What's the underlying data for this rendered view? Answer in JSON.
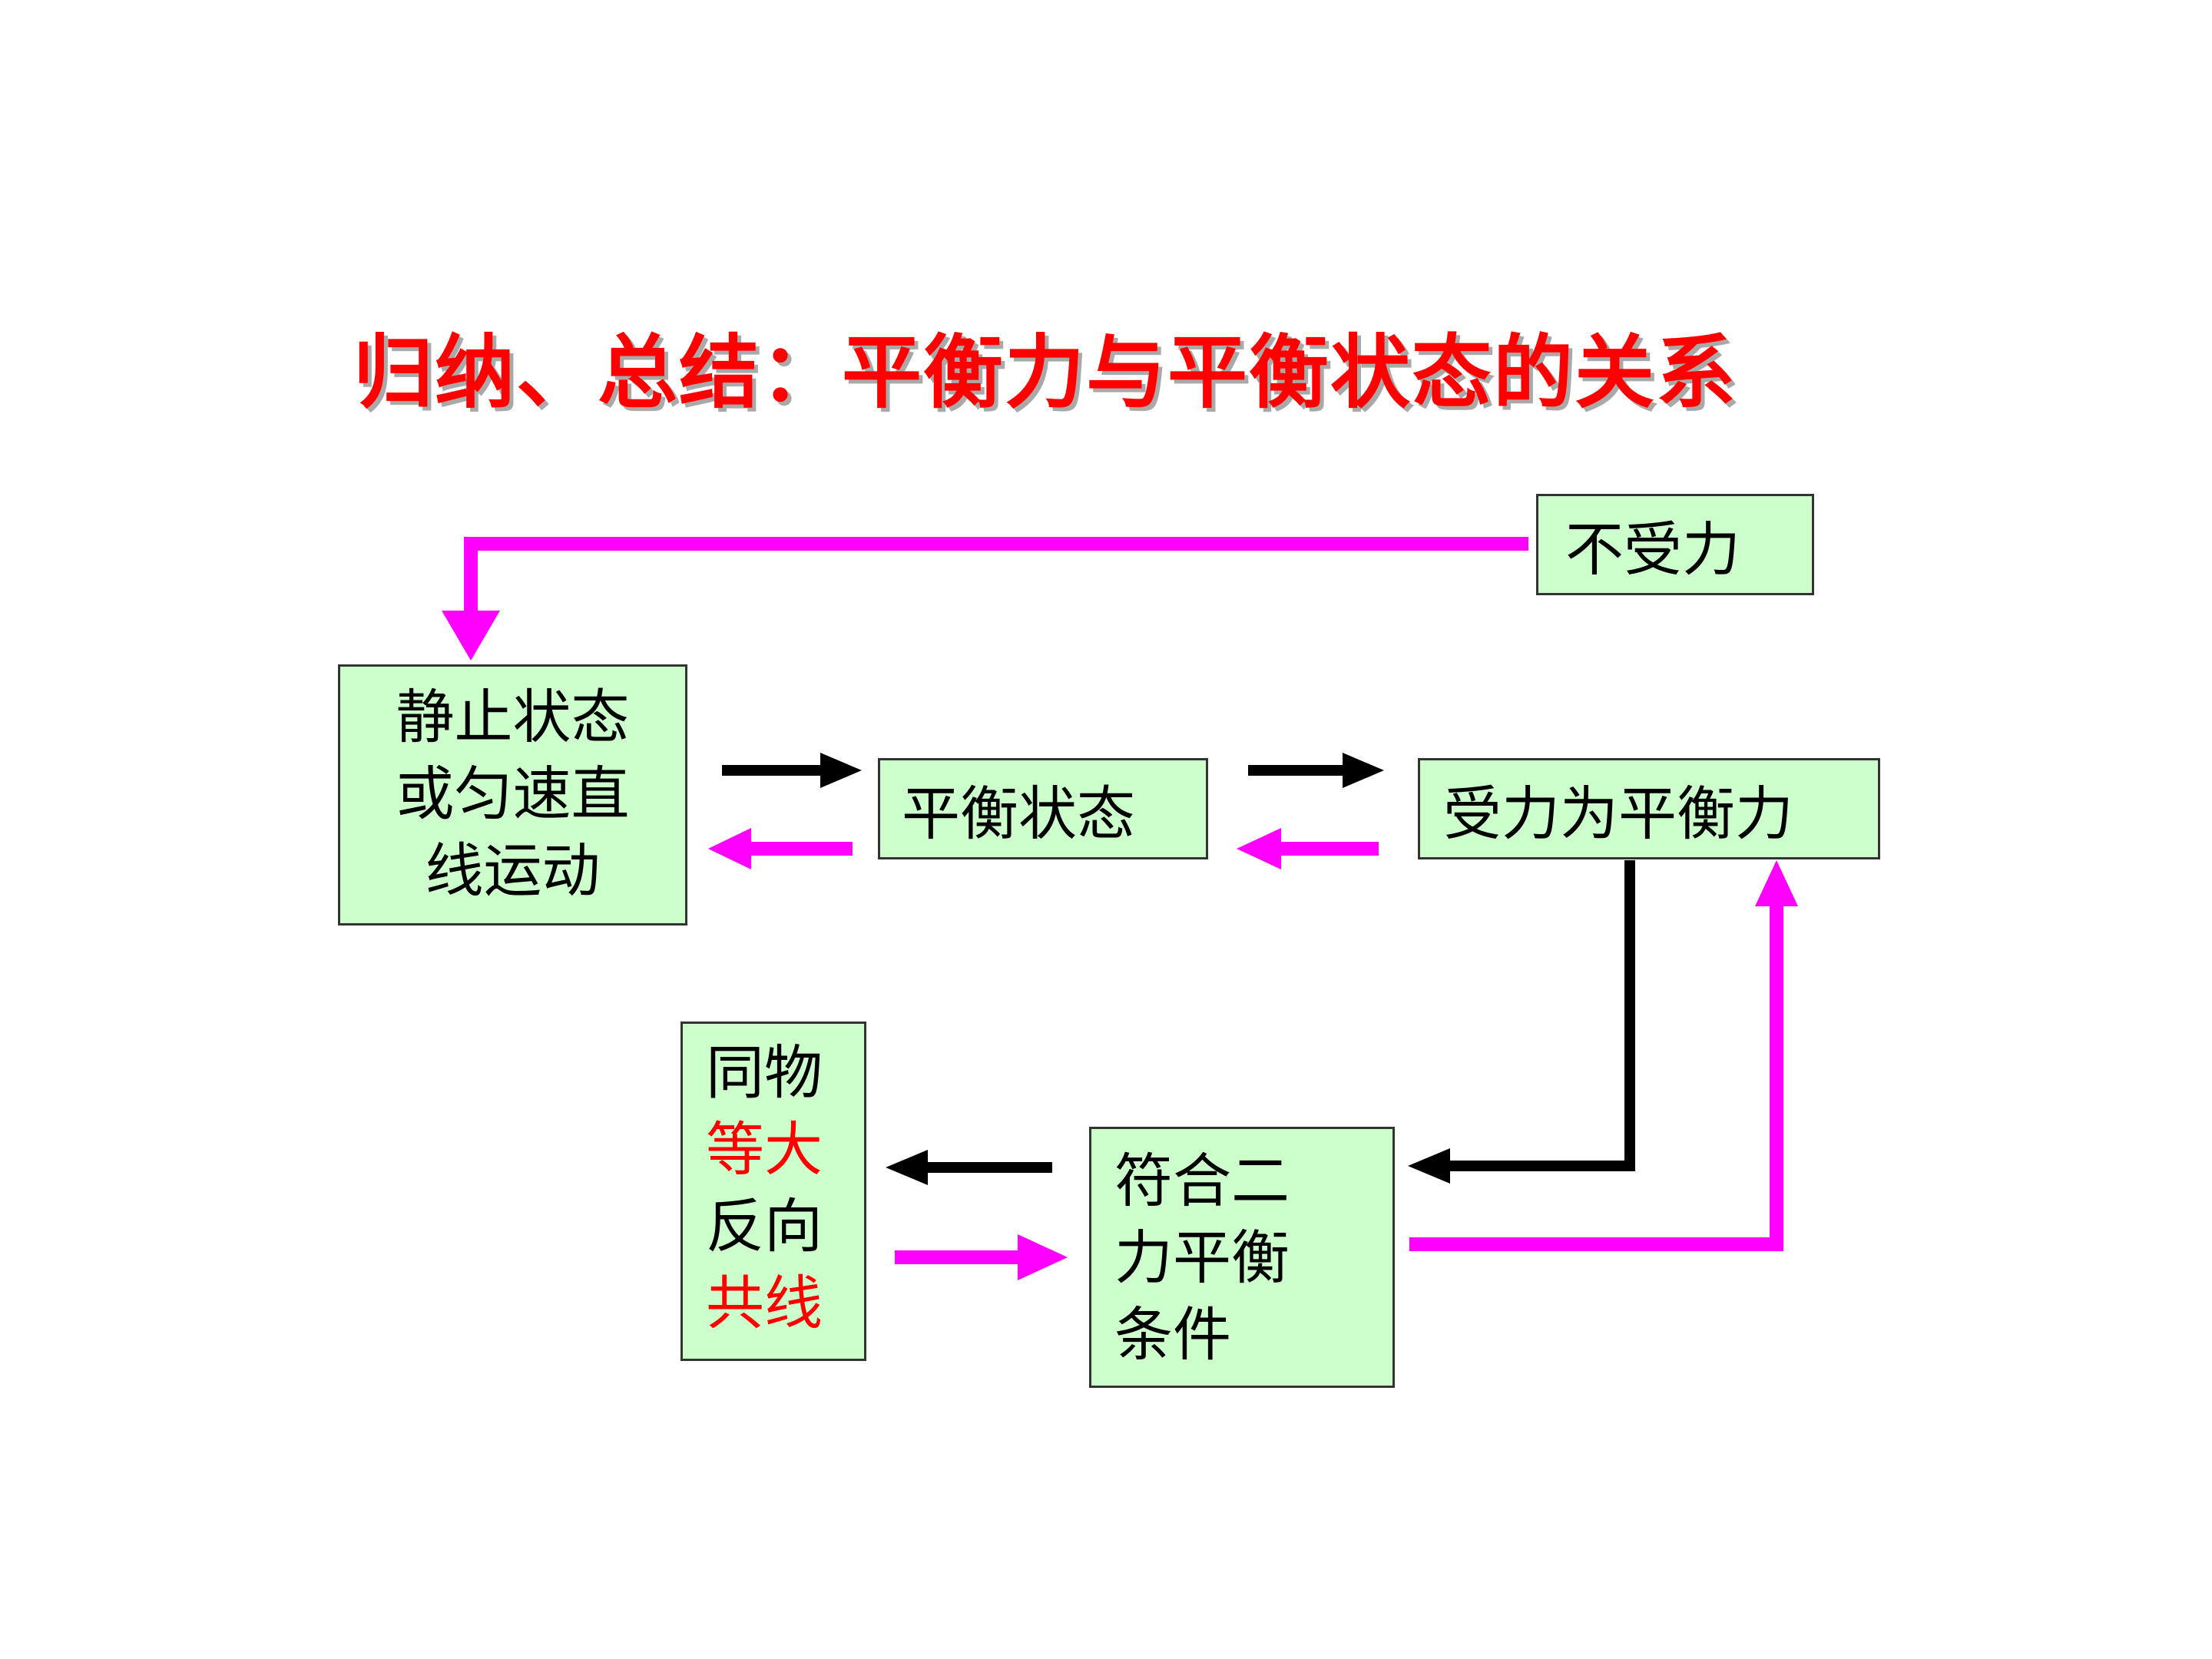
{
  "title": "归纳、总结：平衡力与平衡状态的关系",
  "nodes": {
    "no_force": "不受力",
    "motion_state": [
      "静止状态",
      "或匀速直",
      "线运动"
    ],
    "equilibrium_state": "平衡状态",
    "balanced_forces": "受力为平衡力",
    "meets_condition": [
      "符合二",
      "力平衡",
      "条件"
    ],
    "conditions": [
      "同物",
      "等大",
      "反向",
      "共线"
    ]
  },
  "colors": {
    "title": "#ff0000",
    "title_shadow": "#a9a9a9",
    "box_fill": "#ccffcc",
    "arrow_forward": "#000000",
    "arrow_back": "#ff00ff",
    "highlight_text": "#ff0000"
  }
}
